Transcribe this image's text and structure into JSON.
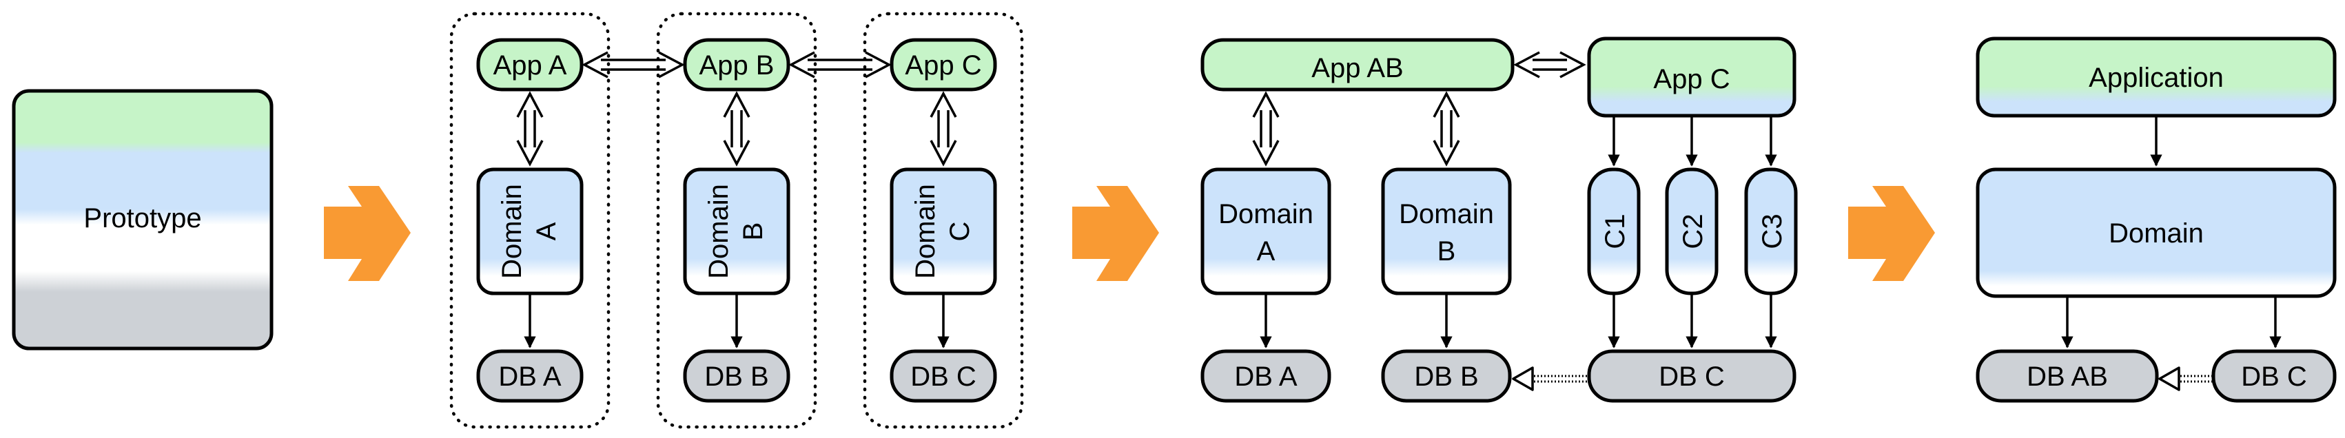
{
  "colors": {
    "app_green": "#c6f4c8",
    "domain_blue": "#cce3fb",
    "db_gray": "#cdd1d6",
    "arrow_orange": "#f99a33",
    "stroke": "#000000"
  },
  "prototype": {
    "label": "Prototype"
  },
  "stage1": {
    "apps": [
      "App A",
      "App B",
      "App C"
    ],
    "domains": [
      {
        "line1": "Domain",
        "line2": "A"
      },
      {
        "line1": "Domain",
        "line2": "B"
      },
      {
        "line1": "Domain",
        "line2": "C"
      }
    ],
    "dbs": [
      "DB A",
      "DB B",
      "DB C"
    ]
  },
  "stage2": {
    "app_ab": "App AB",
    "app_c": "App C",
    "domains": [
      {
        "line1": "Domain",
        "line2": "A"
      },
      {
        "line1": "Domain",
        "line2": "B"
      }
    ],
    "components": [
      "C1",
      "C2",
      "C3"
    ],
    "dbs": [
      "DB A",
      "DB B",
      "DB C"
    ]
  },
  "stage3": {
    "app": "Application",
    "domain": "Domain",
    "dbs": [
      "DB AB",
      "DB C"
    ]
  }
}
